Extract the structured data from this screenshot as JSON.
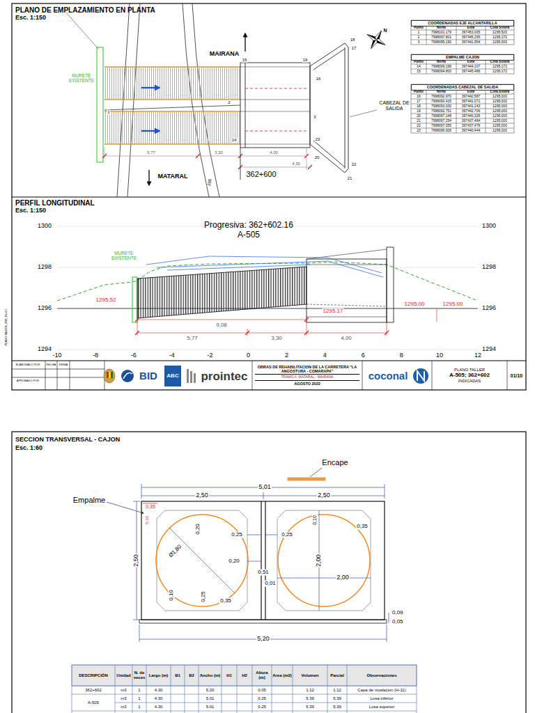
{
  "diagram": {
    "nodes": [
      {
        "text": [
          "COORDENADAS EJE ALCANTARILLA"
        ]
      },
      {
        "text": [
          "EMPALME CAJON"
        ]
      },
      {
        "text": [
          "COORDENADAS CABEZAL DE SALIDA"
        ]
      },
      {
        "text": [
          "OBRAS DE REHABILITACION DE LA CARRETERA \"LA ANGOSTURA - COMARAPA\"",
          "TRAMO II: MATARAL - MAIRANA",
          "AGOSTO 2022"
        ]
      },
      {
        "text": [
          "PLANO TALLER",
          "A-505; 362+602",
          "INDICADAS"
        ]
      }
    ],
    "labels": [
      "PLANO DE EMPLAZAMIENTO EN PLANTA",
      "Esc. 1:150",
      "Punto",
      "Norte",
      "Este",
      "Cota Solera",
      "1",
      "7998101.179",
      "397453.005",
      "1295.520",
      "2",
      "7998097.801",
      "397445.295",
      "1295.172",
      "3",
      "7998095.190",
      "397441.954",
      "1295.000",
      "Punto",
      "Norte",
      "Este",
      "Cota Solera",
      "14",
      "7998099.196",
      "397444.107",
      "1295.172",
      "15",
      "7998094.800",
      "397445.486",
      "1295.172",
      "Punto",
      "Norte",
      "Este",
      "Cota Solera",
      "16",
      "7998092.970",
      "397442.587",
      "1295.000",
      "17",
      "7998090.415",
      "397441.071",
      "1295.000",
      "18",
      "7998093.030",
      "397441.243",
      "1295.000",
      "19",
      "7998092.751",
      "397442.706",
      "1295.000",
      "20",
      "7998097.148",
      "397440.325",
      "1295.000",
      "21",
      "7998097.254",
      "397437.484",
      "1295.000",
      "22",
      "7998097.055",
      "397437.476",
      "1295.000",
      "23",
      "7998096.926",
      "397440.444",
      "1295.000",
      "MURETE EXISTENTE",
      "MAIRANA",
      "MATARAL",
      "CABEZAL DE SALIDA",
      "362+600",
      "298",
      "N",
      "1",
      "2",
      "3",
      "14",
      "15",
      "16",
      "17",
      "18",
      "19",
      "20",
      "21",
      "22",
      "23",
      "5,77",
      "3,30",
      "4,00",
      "4,30",
      "PERFIL LONGITUDINAL",
      "Esc. 1:150",
      "Progresiva: 362+602.16",
      "A-505",
      "MURETE EXISTENTE",
      "1300",
      "1298",
      "1296",
      "1294",
      "1300",
      "1298",
      "1296",
      "1294",
      "-10",
      "-8",
      "-6",
      "-4",
      "-2",
      "0",
      "2",
      "4",
      "6",
      "8",
      "10",
      "12",
      "1295.52",
      "1295.17",
      "1295.00",
      "1295.00",
      "9,08",
      "5,77",
      "3,30",
      "4,00",
      "ELABORADO POR",
      "FECHA",
      "FIRMA",
      "APROBADO POR",
      "BID",
      "ABC",
      "prointec",
      "coconal",
      "01/10",
      "PLANO TALLER_0RE_Rev01",
      "SECCION TRANSVERSAL - CAJON",
      "Esc. 1:60",
      "Encape",
      "Empalme",
      "5,01",
      "2,50",
      "2,50",
      "2,50",
      "0,35",
      "0,10",
      "0,20",
      "0,25",
      "0,25",
      "Ø1,80",
      "0,20",
      "0,51",
      "0,01",
      "0,10",
      "0,25",
      "0,35",
      "0,10",
      "0,35",
      "2,00",
      "2,00",
      "0,09",
      "0,05",
      "5,20",
      "DESCRIPCIÓN",
      "Unidad",
      "N. de veces",
      "Largo (m)",
      "B1",
      "B2",
      "Ancho (m)",
      "H1",
      "H2",
      "Altura (m)",
      "Area (m2)",
      "Volumen",
      "Parcial",
      "Observaciones",
      "362+602",
      "m3",
      "1",
      "4.30",
      "5.20",
      "0.05",
      "1.12",
      "1.12",
      "Capa de nivelacion (H-11)",
      "m3",
      "1",
      "4.30",
      "5.01",
      "0.25",
      "5.39",
      "5.39",
      "Losa inferior",
      "A-505",
      "m3",
      "1",
      "4.30",
      "5.01",
      "0.25",
      "5.39",
      "5.39",
      "Losa superior"
    ]
  }
}
